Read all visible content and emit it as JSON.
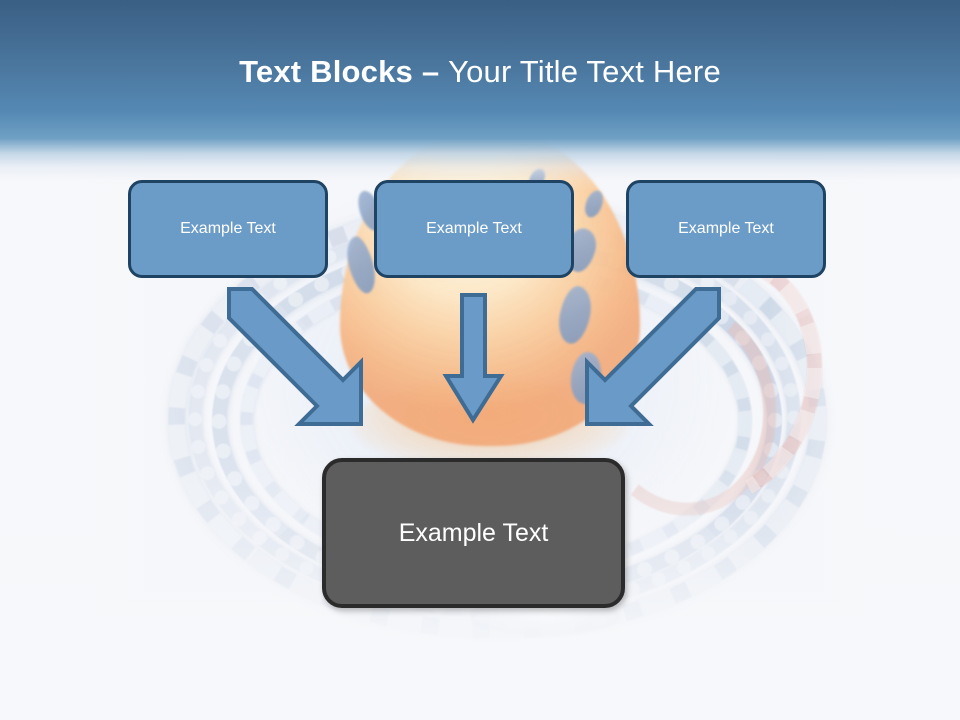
{
  "slide": {
    "title": {
      "bold_part": "Text Blocks ",
      "separator": "– ",
      "regular_part": "Your Title Text Here",
      "full": "Text Blocks – Your Title Text Here"
    },
    "theme": {
      "header_gradient_top": "#3a5f85",
      "header_gradient_bottom": "#6fa0c4",
      "slide_background": "#f6f7fa",
      "top_block_fill": "#6b9bc7",
      "top_block_border": "#1f4363",
      "bottom_block_fill": "#5d5d5d",
      "bottom_block_border": "#2b2b2b",
      "arrow_fill": "#6a9bc8",
      "arrow_border": "#3f6c94",
      "text_color": "#ffffff"
    },
    "top_blocks": [
      {
        "label": "Example Text"
      },
      {
        "label": "Example Text"
      },
      {
        "label": "Example Text"
      }
    ],
    "bottom_block": {
      "label": "Example Text"
    },
    "arrows": [
      {
        "name": "arrow-down-right",
        "direction": "down-right"
      },
      {
        "name": "arrow-down",
        "direction": "down"
      },
      {
        "name": "arrow-down-left",
        "direction": "down-left"
      }
    ],
    "background_photo": {
      "subject": "climbing-helmet-and-rope",
      "helmet_color": "#f6b480",
      "rope_color": "#d2dce9"
    }
  }
}
